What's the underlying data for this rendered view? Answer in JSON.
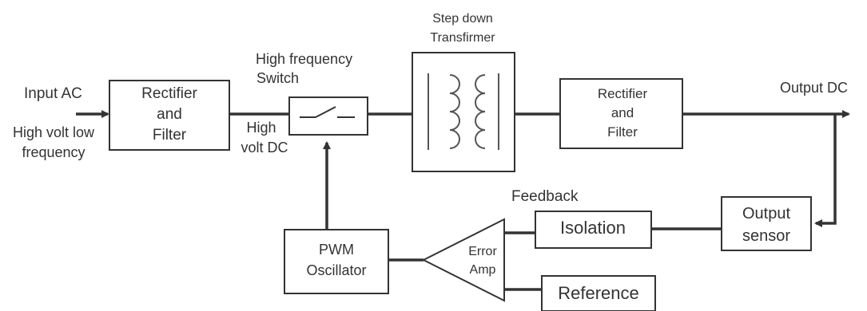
{
  "labels": {
    "input_ac": "Input AC",
    "input_desc_line1": "High volt low",
    "input_desc_line2": "frequency",
    "rectifier1_line1": "Rectifier",
    "rectifier1_line2": "and",
    "rectifier1_line3": "Filter",
    "hv_dc_line1": "High",
    "hv_dc_line2": "volt DC",
    "switch_line1": "High frequency",
    "switch_line2": "Switch",
    "transformer_line1": "Step down",
    "transformer_line2": "Transfirmer",
    "rectifier2_line1": "Rectifier",
    "rectifier2_line2": "and",
    "rectifier2_line3": "Filter",
    "output_dc": "Output DC",
    "output_sensor_line1": "Output",
    "output_sensor_line2": "sensor",
    "feedback": "Feedback",
    "isolation": "Isolation",
    "error_amp_line1": "Error",
    "error_amp_line2": "Amp",
    "reference": "Reference",
    "pwm_line1": "PWM",
    "pwm_line2": "Oscillator"
  },
  "colors": {
    "line": "#333333",
    "text": "#333333",
    "background": "#ffffff"
  }
}
